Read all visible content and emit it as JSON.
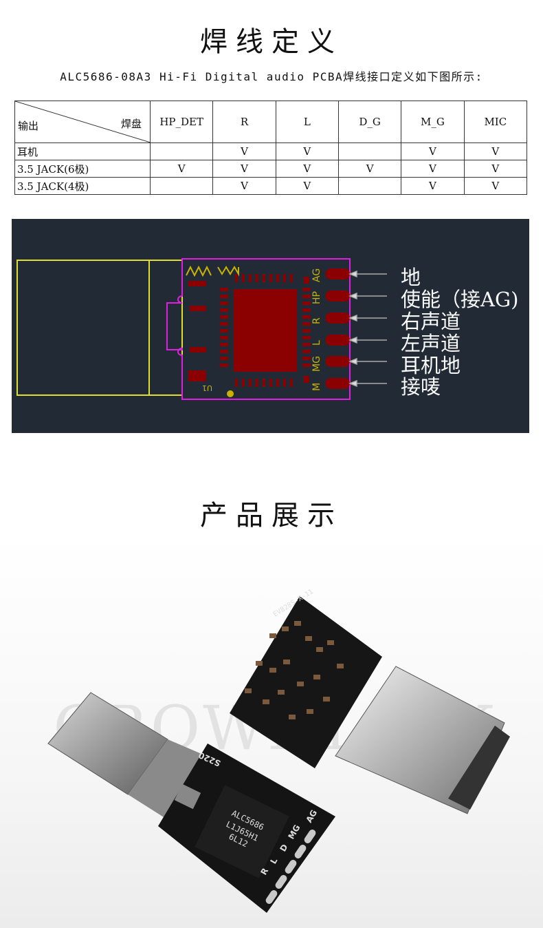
{
  "section1": {
    "title": "焊线定义"
  },
  "subtitle": "ALC5686-08A3 Hi-Fi Digital audio PCBA焊线接口定义如下图所示:",
  "table": {
    "corner_output": "输出",
    "corner_pad": "焊盘",
    "columns": [
      "HP_DET",
      "R",
      "L",
      "D_G",
      "M_G",
      "MIC"
    ],
    "rows": [
      {
        "label": "耳机",
        "cells": [
          "",
          "V",
          "V",
          "",
          "V",
          "V"
        ]
      },
      {
        "label": "3.5 JACK(6极)",
        "cells": [
          "V",
          "V",
          "V",
          "V",
          "V",
          "V"
        ]
      },
      {
        "label": "3.5 JACK(4极)",
        "cells": [
          "",
          "V",
          "V",
          "",
          "V",
          "V"
        ]
      }
    ]
  },
  "pcb": {
    "pad_labels": [
      "AG",
      "HP",
      "R",
      "L",
      "MG",
      "M"
    ],
    "pin_descriptions": [
      "地",
      "使能（接AG)",
      "右声道",
      "左声道",
      "耳机地",
      "接唛"
    ],
    "ref_designator": "U1",
    "colors": {
      "background": "#222a35",
      "outline": "#e020e0",
      "connector": "#e0e030",
      "copper": "#8b0000",
      "silk": "#c8b400"
    }
  },
  "section2": {
    "title": "产品展示"
  },
  "photo": {
    "watermark": "CROWNLINK",
    "chip_lines": [
      "ALC5686",
      "L1J65H1",
      "6L12"
    ],
    "board_marks": [
      "S220",
      "AG",
      "MG",
      "D",
      "L",
      "R"
    ],
    "board2_mark": "EV828S-X-11"
  }
}
